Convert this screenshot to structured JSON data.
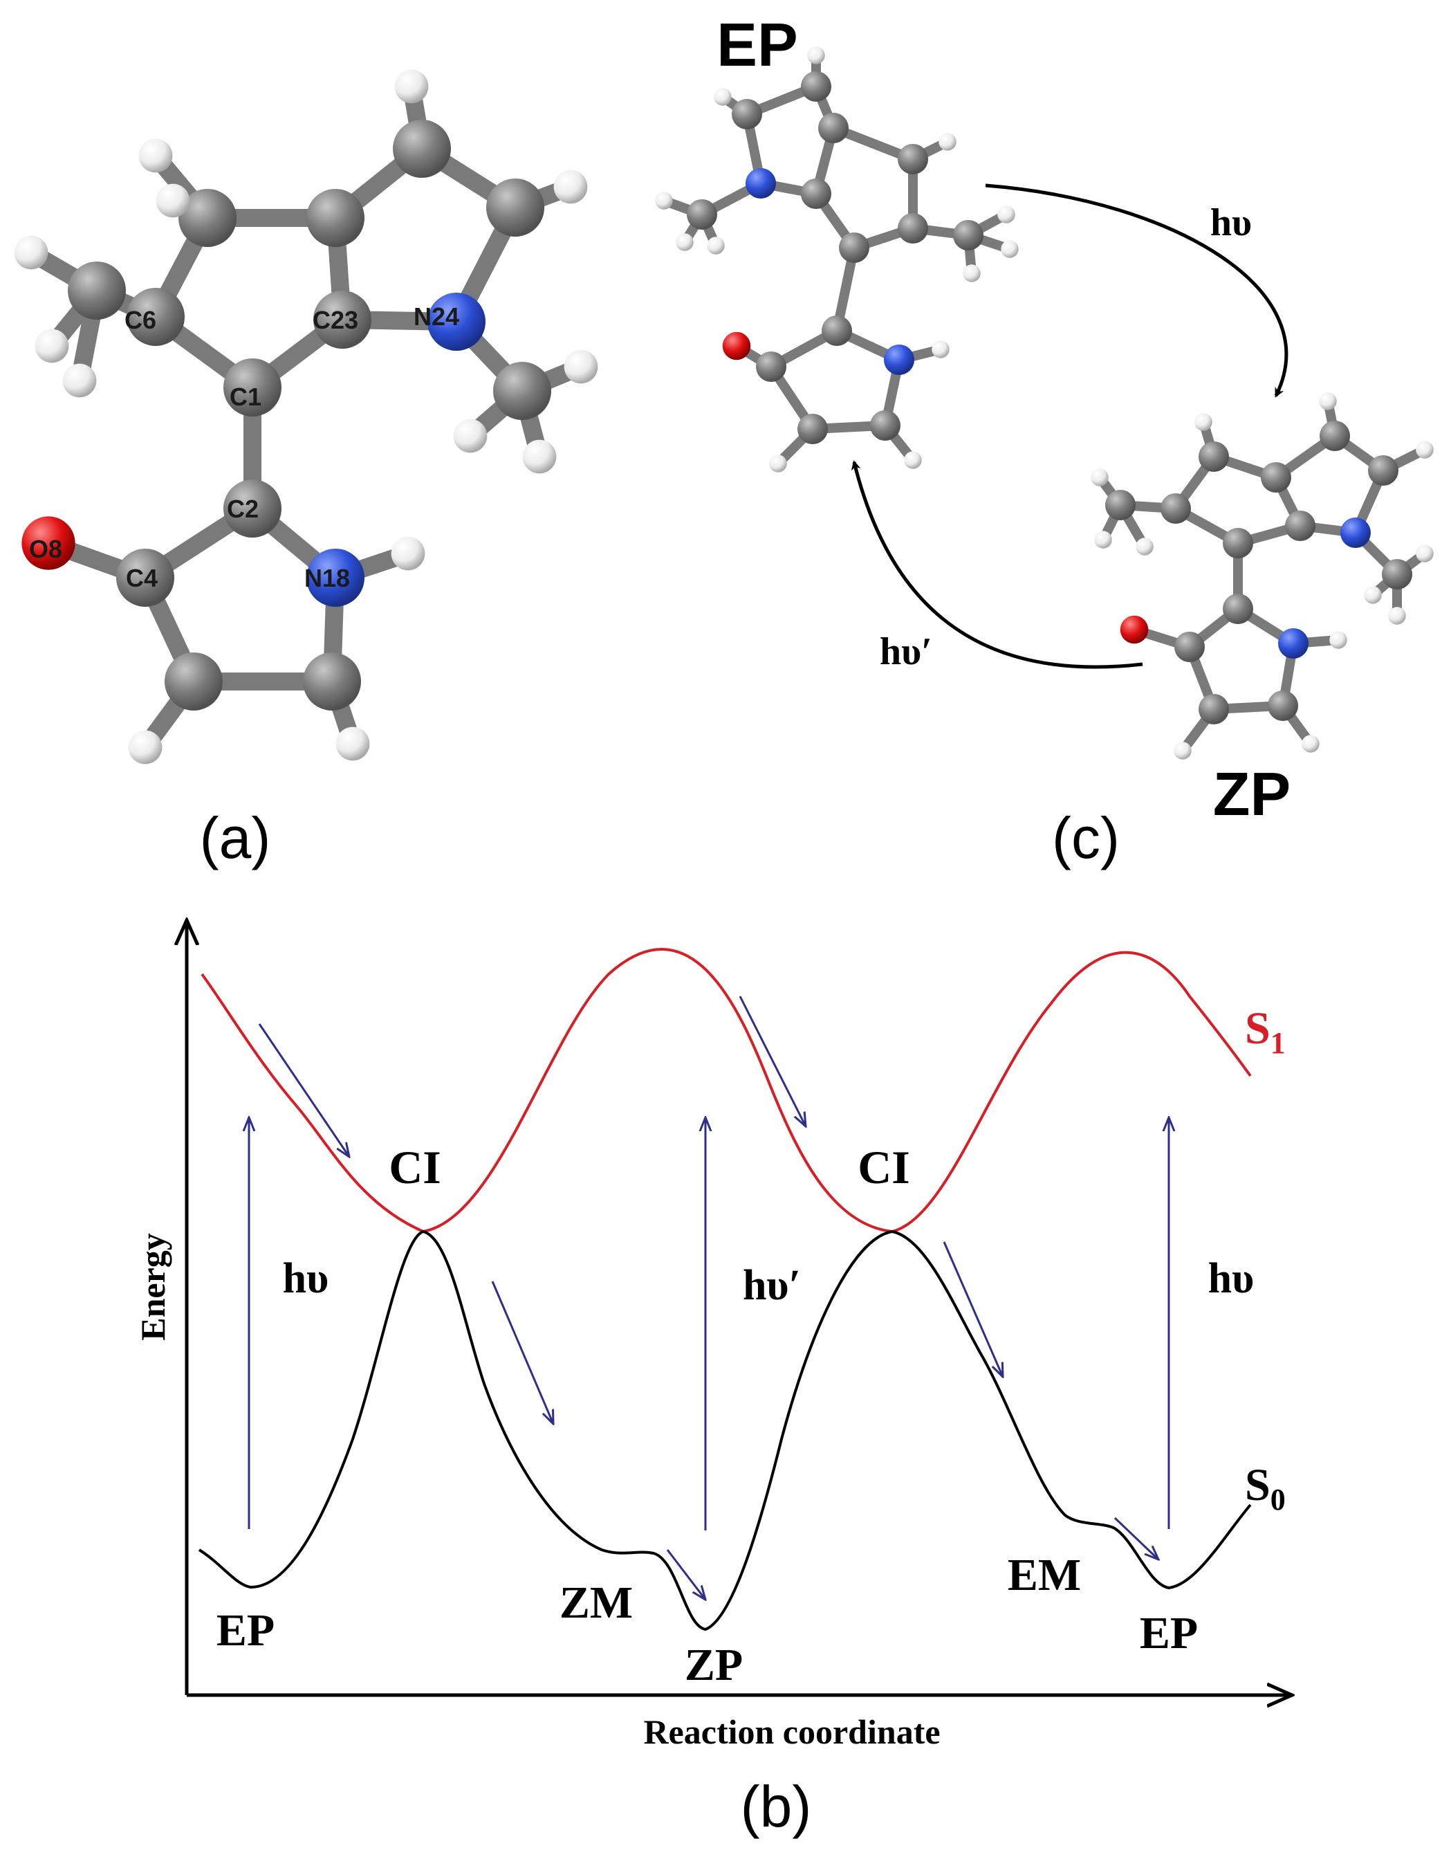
{
  "panels": {
    "a": {
      "caption": "(a)"
    },
    "b": {
      "caption": "(b)"
    },
    "c": {
      "caption": "(c)"
    }
  },
  "molecule_a": {
    "atom_labels": [
      "C6",
      "C23",
      "N24",
      "C1",
      "C2",
      "O8",
      "C4",
      "N18"
    ]
  },
  "scheme_c": {
    "ep_label": "EP",
    "zp_label": "ZP",
    "forward_light": "hυ",
    "reverse_light": "hυ′"
  },
  "energy_diagram": {
    "y_axis_label": "Energy",
    "x_axis_label": "Reaction coordinate",
    "s1_label": "S",
    "s1_sub": "1",
    "s0_label": "S",
    "s0_sub": "0",
    "ci_left": "CI",
    "ci_right": "CI",
    "hv_left": "hυ",
    "hv_mid": "hυ′",
    "hv_right": "hυ",
    "min_ep_left": "EP",
    "min_zm": "ZM",
    "min_zp": "ZP",
    "min_em": "EM",
    "min_ep_right": "EP"
  },
  "colors": {
    "s1_curve": "#d61f26",
    "s0_curve": "#000000",
    "arrows": "#2e2e8c",
    "carbon": "#7a7a7a",
    "nitrogen": "#2c4fd6",
    "oxygen": "#e01010",
    "hydrogen": "#f0f0f0"
  }
}
